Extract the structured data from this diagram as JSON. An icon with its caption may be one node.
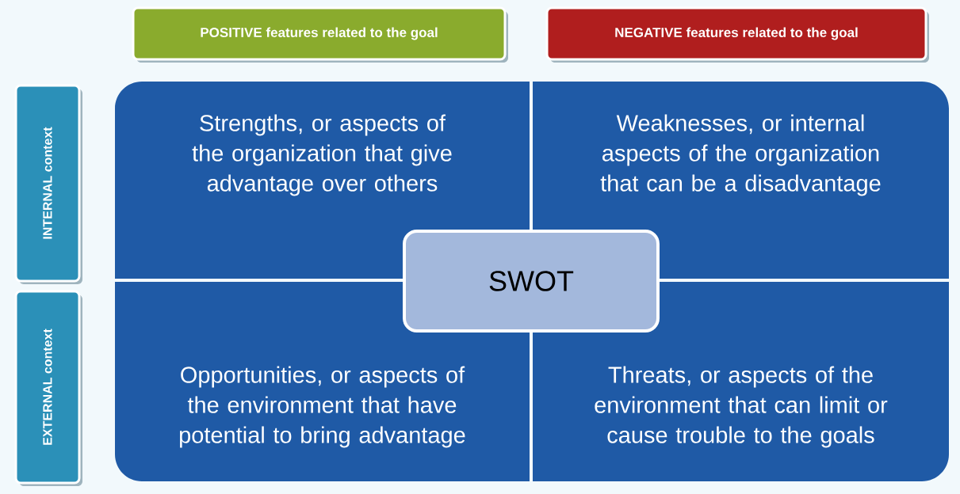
{
  "diagram": {
    "nodes": [
      {
        "text": [
          "POSITIVE features related to the goal"
        ]
      },
      {
        "text": [
          "NEGATIVE features related to the goal"
        ]
      },
      {
        "text": [
          "INTERNAL context"
        ]
      },
      {
        "text": [
          "EXTERNAL context"
        ]
      },
      {
        "text": [
          "Strengths, or aspects of the organization that give advantage over others"
        ]
      },
      {
        "text": [
          "Weaknesses, or internal aspects of the organization that can be a disadvantage"
        ]
      },
      {
        "text": [
          "Opportunities, or aspects of the environment  that have potential to bring advantage"
        ]
      },
      {
        "text": [
          "Threats, or aspects of the environment that can limit or cause trouble to the goals"
        ]
      },
      {
        "text": [
          "SWOT"
        ]
      }
    ]
  }
}
